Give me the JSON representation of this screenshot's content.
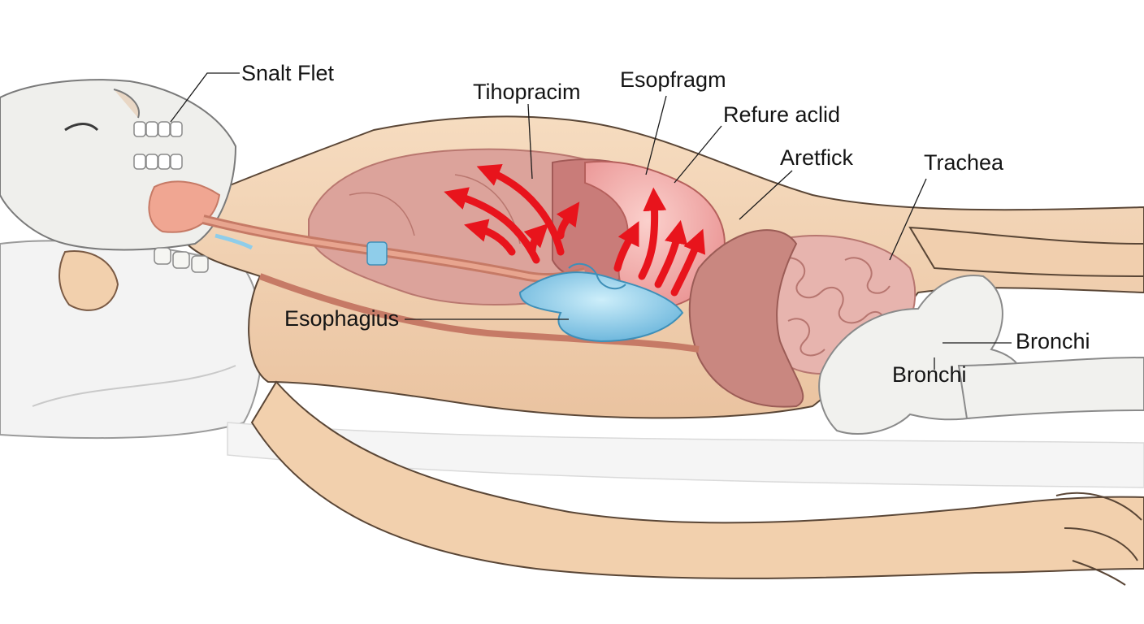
{
  "labels": {
    "snalt_flet": "Snalt Flet",
    "tihopracim": "Tihopracim",
    "esopfragm": "Esopfragm",
    "refure_aclid": "Refure aclid",
    "aretfick": "Aretfick",
    "trachea": "Trachea",
    "esophagius": "Esophagius",
    "bronchi_right": "Bronchi",
    "bronchi_left": "Bronchi"
  },
  "colors": {
    "skin": "#f2d2b2",
    "skin_shadow": "#e2b894",
    "organ_pink": "#e6a8a0",
    "stomach": "#f0a0a0",
    "intestine": "#e3aea8",
    "colon": "#c98780",
    "acid_arrows": "#e8141c",
    "acid_pool": "#8fcdea",
    "bone": "#f1f1ee",
    "pillow": "#f3f3f3"
  },
  "icons": {
    "acid_reflux_arrows": "arrow-up-icon"
  }
}
